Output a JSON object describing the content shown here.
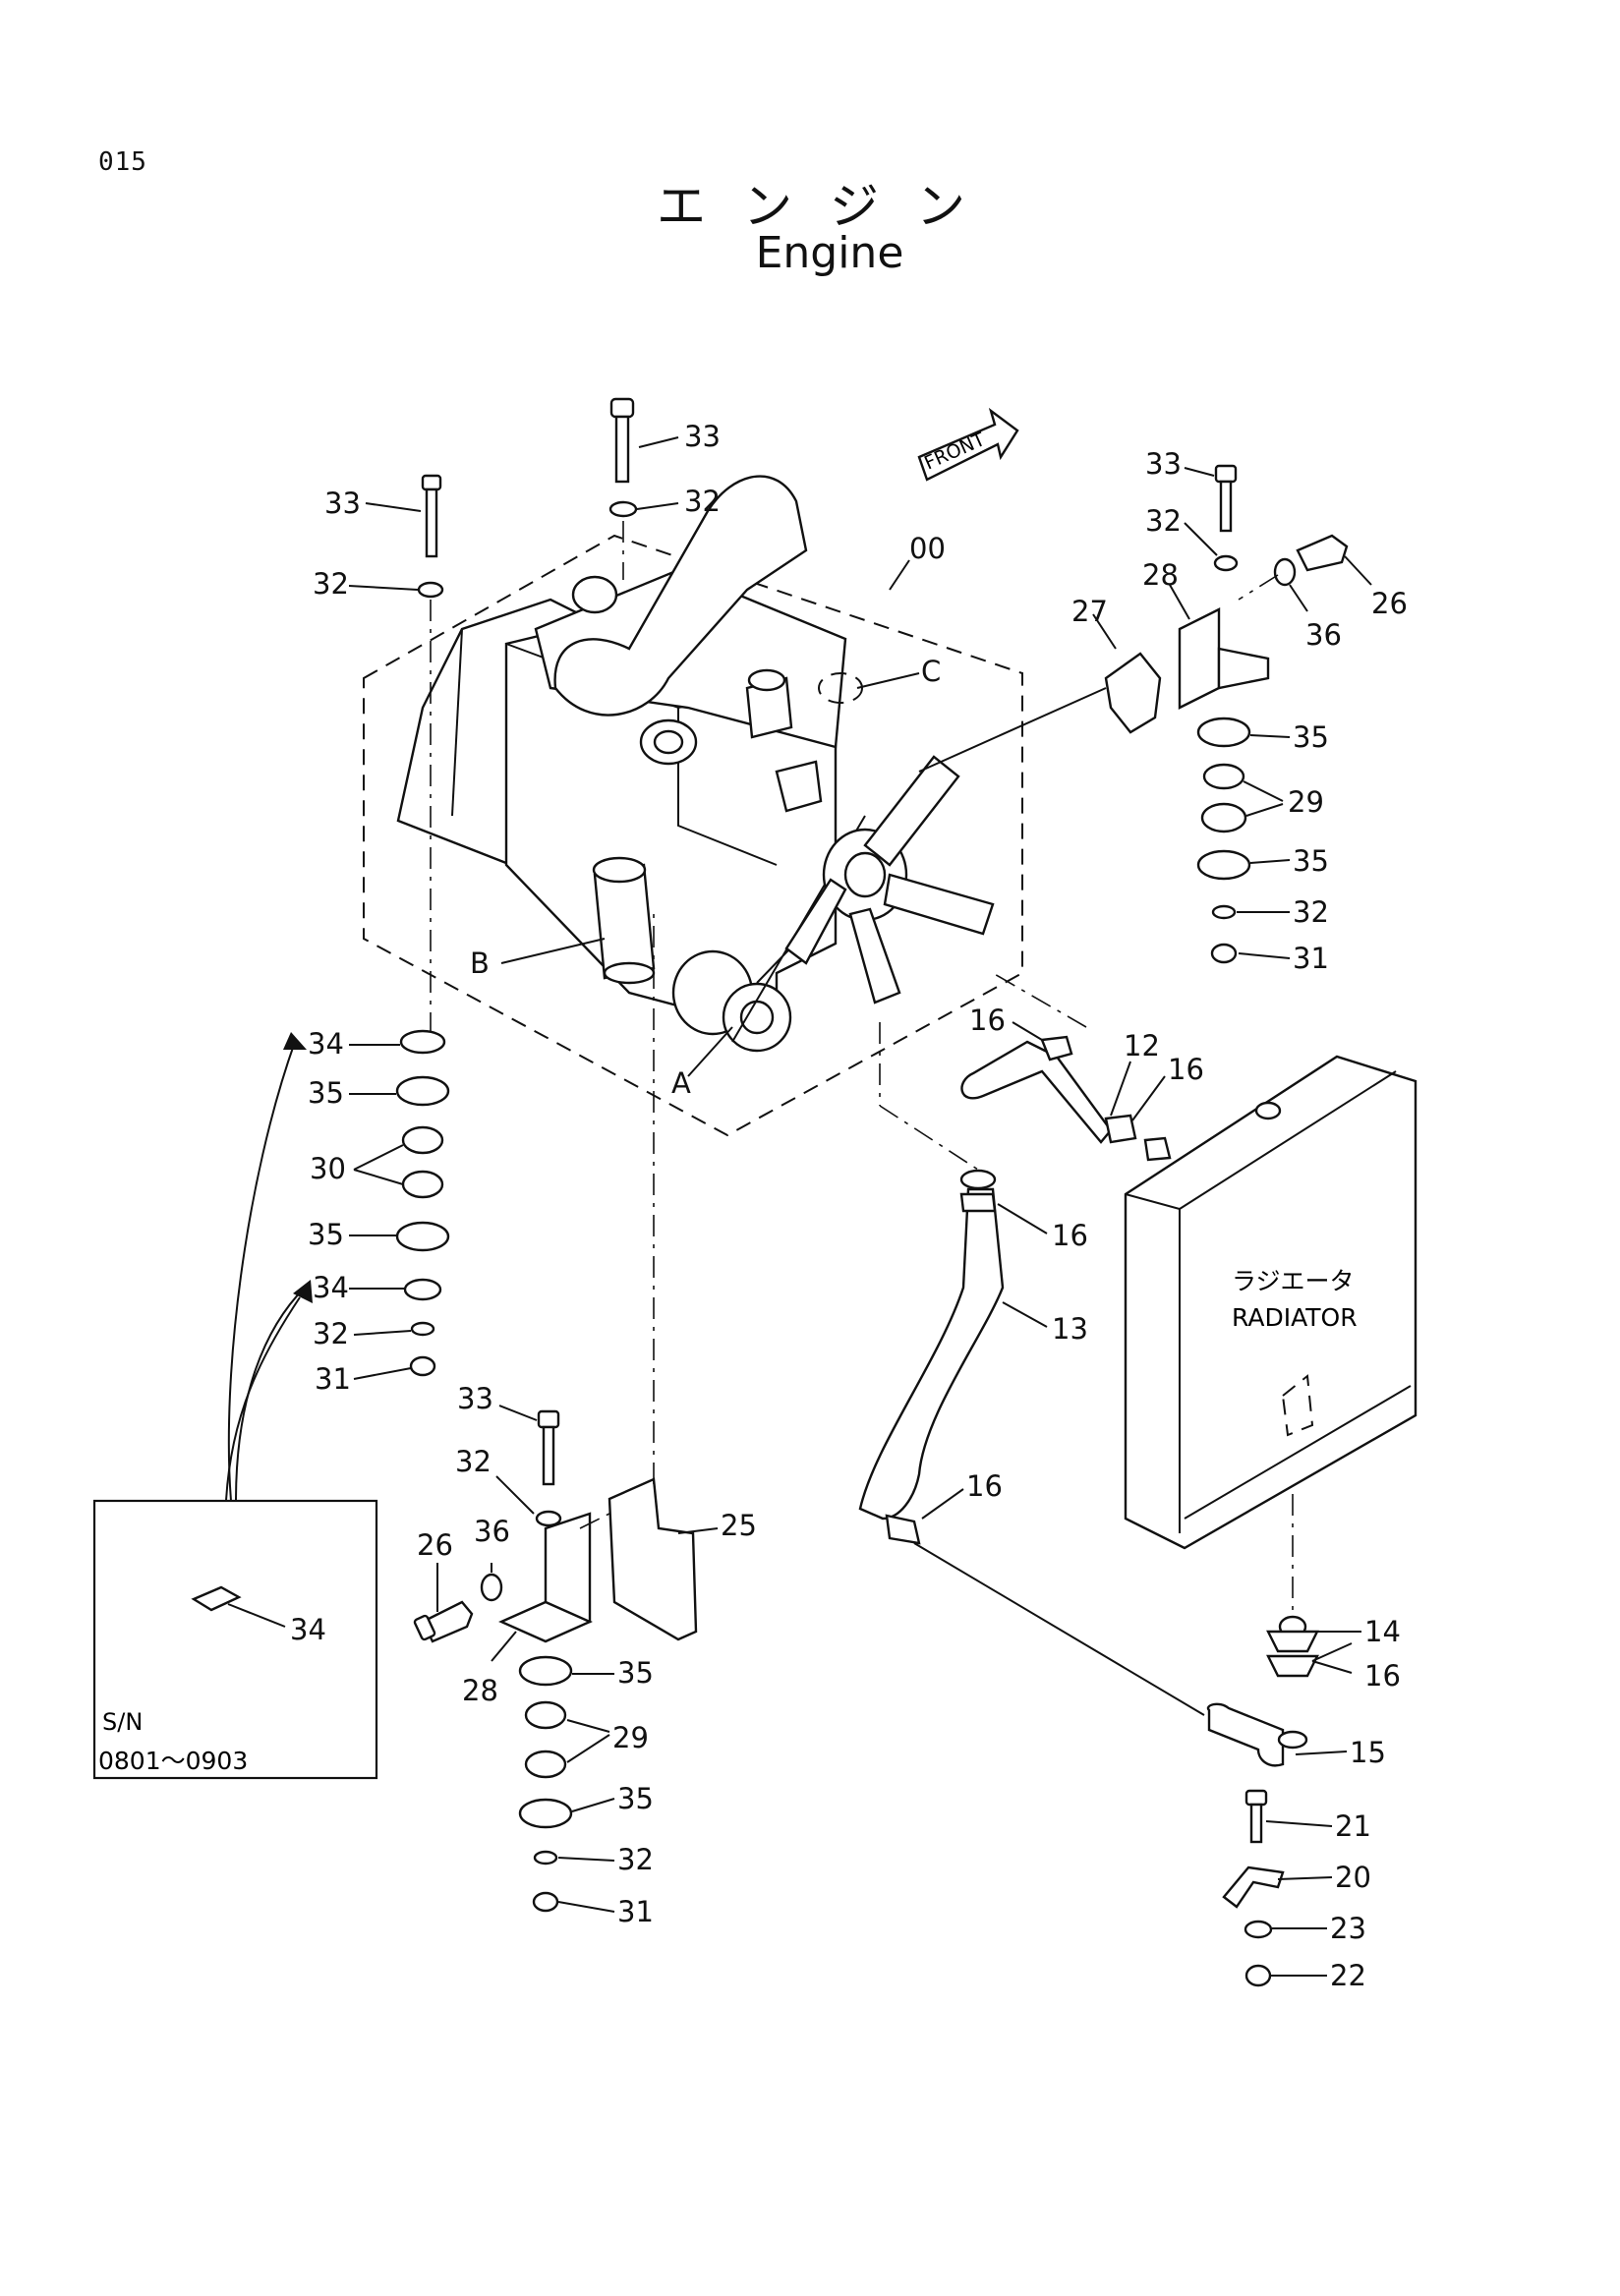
{
  "page_number": "015",
  "title_jp": "エンジン",
  "title_en": "Engine",
  "front_label": "FRONT",
  "radiator_label_jp": "ラジエータ",
  "radiator_label_en": "RADIATOR",
  "inset": {
    "sn_label": "S/N",
    "sn_range": "0801～0903",
    "part": "34"
  },
  "callouts": {
    "engine": "00",
    "point_a": "A",
    "point_b": "B",
    "point_c": "C",
    "bolt_top_left": "33",
    "washer_top_left": "32",
    "bolt_top_mid": "33",
    "washer_top_mid": "32",
    "bolt_top_right": "33",
    "washer_top_right": "32",
    "bolt_side_right": "26",
    "washer_side_right": "36",
    "bracket_right": "28",
    "plate_right": "27",
    "cushion_r1": "35",
    "cushion_r_pair": "29",
    "cushion_r2": "35",
    "washer_r_low": "32",
    "nut_r_low": "31",
    "hose_upper_clamp_a": "16",
    "hose_upper": "12",
    "hose_upper_clamp_b": "16",
    "hose_lower_clamp_top": "16",
    "hose_lower": "13",
    "hose_lower_clamp_bot": "16",
    "left_34a": "34",
    "left_35a": "35",
    "left_30": "30",
    "left_35b": "35",
    "left_34b": "34",
    "left_32": "32",
    "left_31": "31",
    "bolt_low_mid": "33",
    "washer_low_mid": "32",
    "bracket_plate_low": "25",
    "bolt_side_low": "26",
    "washer_side_low": "36",
    "bracket_low": "28",
    "cushion_l1": "35",
    "cushion_l_pair": "29",
    "cushion_l2": "35",
    "washer_l_low": "32",
    "nut_l_low": "31",
    "drain_14": "14",
    "drain_16": "16",
    "drain_pipe": "15",
    "drain_bolt": "21",
    "drain_clamp": "20",
    "drain_washer": "23",
    "drain_nut": "22"
  }
}
